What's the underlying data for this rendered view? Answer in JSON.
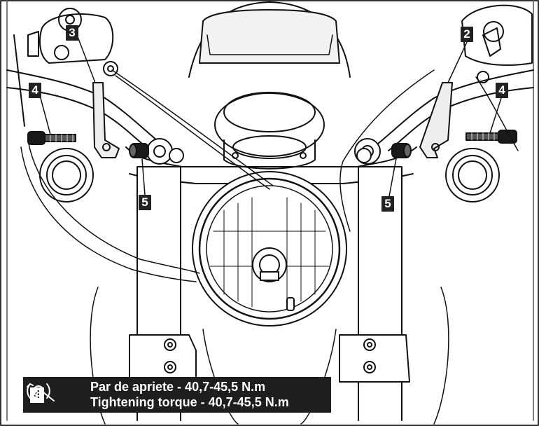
{
  "callouts": {
    "c2": "2",
    "c3": "3",
    "c4_left": "4",
    "c4_right": "4",
    "c5_left": "5",
    "c5_right": "5"
  },
  "torque": {
    "step": "4",
    "icon": "torque-wrench-icon",
    "line_fr": "Par de apriete - 40,7-45,5 N.m",
    "line_en": "Tightening torque - 40,7-45,5 N.m"
  },
  "colors": {
    "line": "#111111",
    "callout_bg": "#222222",
    "panel_bg": "#1e1e1e"
  }
}
